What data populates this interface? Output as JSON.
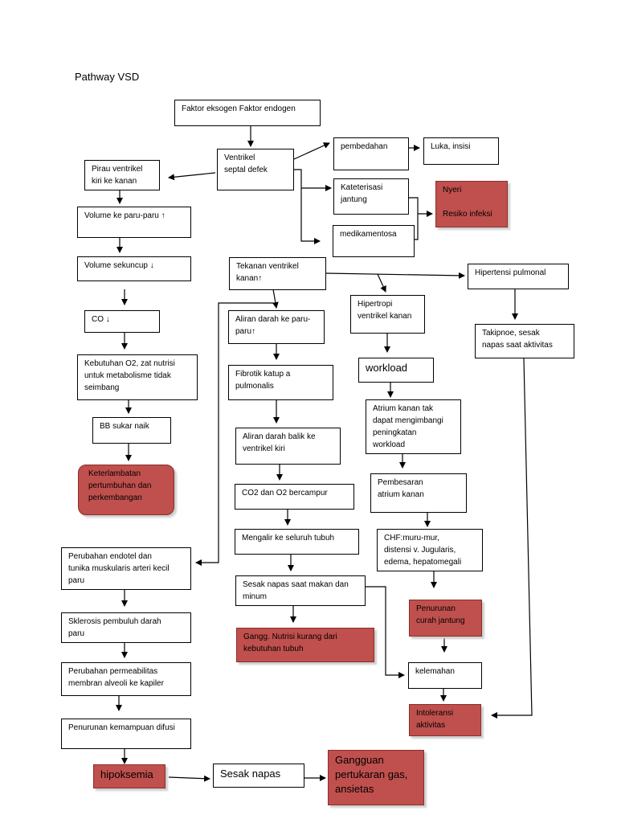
{
  "title": "Pathway VSD",
  "nodes": {
    "faktor": "Faktor eksogen Faktor endogen",
    "vsd": "Ventrikel\nseptal defek",
    "pirau": "Pirau ventrikel\nkiri ke kanan",
    "pembedahan": "pembedahan",
    "luka": "Luka, insisi",
    "kateterisasi": "Kateterisasi\njantung",
    "nyeri": "Nyeri\n\nResiko infeksi",
    "medikamentosa": "medikamentosa",
    "volume_paru": "Volume ke paru-paru ↑",
    "volume_sekuncup": "Volume sekuncup ↓",
    "co": "CO ↓",
    "kebutuhan": "Kebutuhan O2, zat nutrisi\nuntuk  metabolisme tidak\nseimbang",
    "bb": "BB sukar naik",
    "keterlambatan": "Keterlambatan\npertumbuhan dan\nperkembangan",
    "tekanan": "Tekanan ventrikel\nkanan↑",
    "hipertensi": "Hipertensi pulmonal",
    "aliran_paru": "Aliran darah ke paru-\nparu↑",
    "hipertropi": "Hipertropi\nventrikel kanan",
    "takipnoe": "Takipnoe, sesak\nnapas saat aktivitas",
    "fibrotik": "Fibrotik katup a\npulmonalis",
    "workload": "workload",
    "atrium": "Atrium kanan tak\ndapat mengimbangi\npeningkatan\nworkload",
    "aliran_balik": "Aliran darah balik ke\nventrikel kiri",
    "pembesaran": "Pembesaran\natrium kanan",
    "co2": "CO2 dan O2 bercampur",
    "mengalir": "Mengalir ke seluruh tubuh",
    "chf": "CHF:muru-mur,\ndistensi v. Jugularis,\nedema, hepatomegali",
    "perubahan_endotel": "Perubahan endotel dan\ntunika muskularis arteri kecil\nparu",
    "sesak_makan": "Sesak napas saat makan dan\nminum",
    "penurunan_curah": "Penurunan\ncurah jantung",
    "sklerosis": "Sklerosis pembuluh darah\nparu",
    "gangg_nutrisi": "Gangg. Nutrisi kurang dari\nkebutuhan tubuh",
    "kelemahan": "kelemahan",
    "perubahan_permeabilitas": "Perubahan permeabilitas\nmembran alveoli ke kapiler",
    "intoleransi": "Intoleransi\naktivitas",
    "penurunan_difusi": "Penurunan kemampuan difusi",
    "hipoksemia": "hipoksemia",
    "sesak_napas": "Sesak napas",
    "gangguan_pertukaran": "Gangguan\npertukaran gas,\nansietas"
  }
}
